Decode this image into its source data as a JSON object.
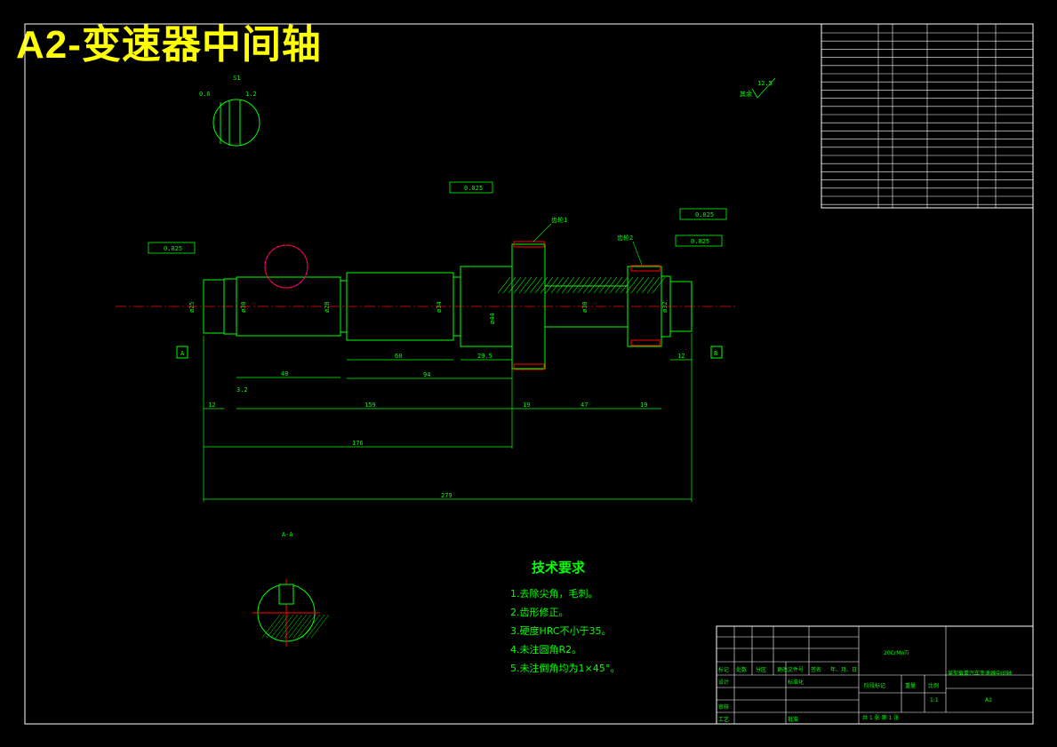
{
  "title": "A2-变速器中间轴",
  "colors": {
    "background": "#000000",
    "lines": "#00ff00",
    "title": "#ffff00",
    "centerline": "#ff0000",
    "white": "#ffffff",
    "magenta": "#ff00ff"
  },
  "labels": {
    "detail": "S1",
    "detail_a": "0.6",
    "detail_b": "1.2",
    "roughness_top": "12.5",
    "roughness_rest": "其余",
    "gear1": "齿轮1",
    "gear2": "齿轮2",
    "section_mark": "A-A",
    "datum_a": "A",
    "datum_b": "B",
    "tol1": "0.025",
    "tol2": "0.025",
    "tol3": "0.025",
    "tol4": "0.025"
  },
  "dimensions": {
    "d1": "12",
    "d2": "40",
    "d3": "60",
    "d4": "94",
    "d5": "29.5",
    "d6": "159",
    "d7": "19",
    "d8": "47",
    "d9": "19",
    "d10": "12",
    "d11": "176",
    "d12": "279",
    "d13": "3.2",
    "dia1": "ø30",
    "dia2": "ø28",
    "dia3": "ø34",
    "dia4": "ø32",
    "dia5": "ø30",
    "dia6": "ø25",
    "dia7": "ø44"
  },
  "requirements": {
    "heading": "技术要求",
    "items": [
      "1.去除尖角，毛刺。",
      "2.齿形修正。",
      "3.硬度HRC不小于35。",
      "4.未注圆角R2。",
      "5.未注倒角均为1×45°。"
    ]
  },
  "title_block": {
    "material": "20CrMnTi",
    "drawing_name": "某型载重汽车变速器中间轴",
    "drawing_no": "A2",
    "scale": "1:1",
    "sheet": "共 1 张  第 1 张",
    "cells": [
      "标记",
      "处数",
      "分区",
      "更改文件号",
      "签名",
      "年、月、日",
      "设计",
      "标准化",
      "审核",
      "工艺",
      "批准",
      "阶段标记",
      "重量",
      "比例"
    ]
  }
}
